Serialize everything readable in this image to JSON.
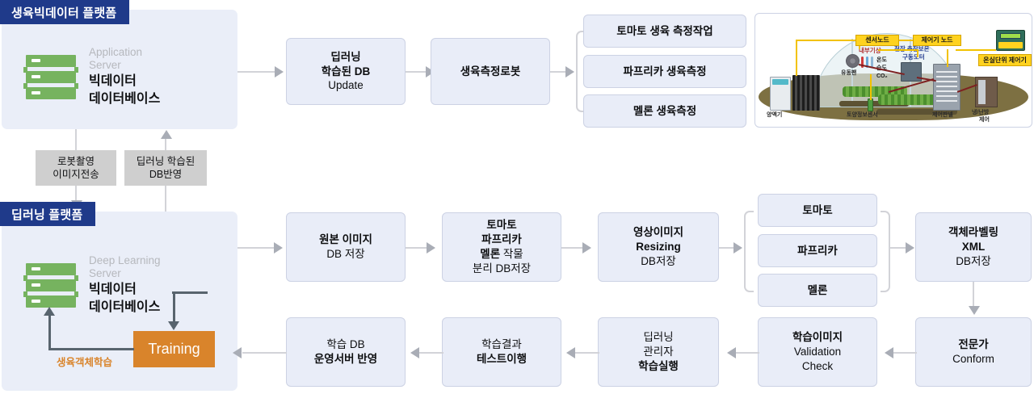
{
  "diagram": {
    "title_bigdata_platform": "생육빅데이터 플랫폼",
    "title_deeplearning_platform": "딥러닝 플랫폼"
  },
  "bigdata_platform": {
    "server_sub_line1": "Application",
    "server_sub_line2": "Server",
    "server_main_line1": "빅데이터",
    "server_main_line2": "데이터베이스",
    "icon": "server-stack-icon"
  },
  "deeplearning_platform": {
    "server_sub_line1": "Deep Learning",
    "server_sub_line2": "Server",
    "server_main_line1": "빅데이터",
    "server_main_line2": "데이터베이스",
    "training_label": "Training",
    "loop_label": "생육객체학습",
    "icon": "server-stack-icon"
  },
  "connector_labels": {
    "robot_capture": "로봇촬영\n이미지전송",
    "robot_capture_line1": "로봇촬영",
    "robot_capture_line2": "이미지전송",
    "db_reflect_line1": "딥러닝 학습된",
    "db_reflect_line2": "DB반영"
  },
  "top_flow": {
    "node1_line1": "딥러닝",
    "node1_line2": "학습된 DB",
    "node1_line3": "Update",
    "node2_line1": "생육측정로봇",
    "branch": [
      "토마토 생육 측정작업",
      "파프리카 생육측정",
      "멜론 생육측정"
    ]
  },
  "middle_flow": {
    "node1_line1": "원본 이미지",
    "node1_line2": "DB 저장",
    "node2_line1": "토마토",
    "node2_line2": "파프리카",
    "node2_line3a": "멜론",
    "node2_line3b": " 작물",
    "node2_line4": "분리 DB저장",
    "node3_line1": "영상이미지",
    "node3_line2": "Resizing",
    "node3_line3": "DB저장",
    "branch": [
      "토마토",
      "파프리카",
      "멜론"
    ],
    "node5_line1": "객체라벨링",
    "node5_line2": "XML",
    "node5_line3": "DB저장"
  },
  "bottom_flow": {
    "node1_line1": "전문가",
    "node1_line2": "Conform",
    "node2_line1": "학습이미지",
    "node2_line2": "Validation",
    "node2_line3": "Check",
    "node3_line1": "딥러닝",
    "node3_line2": "관리자",
    "node3_line3": "학습실행",
    "node4_line1": "학습결과",
    "node4_line2": "테스트이행",
    "node5_line1": "학습 DB",
    "node5_line2": "운영서버 반영"
  },
  "greenhouse_image": {
    "alt": "스마트 온실 센서·제어 시스템 구성도",
    "tags": {
      "sensor_node": "센서노드",
      "controller_node": "제어기 노드",
      "greenhouse_unit_controller": "온실단위 제어기"
    },
    "captions": {
      "internal_weather": "내부기상",
      "temperature": "온도",
      "humidity": "습도",
      "co2": "CO₂",
      "ceiling_side_insulation": "천장.측창보온",
      "drive_motor": "구동모터",
      "circulation_fan": "유동팬",
      "nutrient_supplier": "양액기",
      "soil_info_sensor": "토양정보센서",
      "control_panel": "제어판넬",
      "hvac_control_line1": "냉/난방",
      "hvac_control_line2": "제어"
    }
  },
  "colors": {
    "platform_bg": "#eaeef8",
    "platform_title_bg": "#1f3a8a",
    "node_bg": "#e9edf8",
    "node_border": "#ccd2e4",
    "server_green": "#76b35f",
    "training_orange": "#d9842b",
    "connector_grey": "#d2d3d8",
    "label_grey": "#cfcfcf",
    "loop_dark": "#58646e"
  }
}
